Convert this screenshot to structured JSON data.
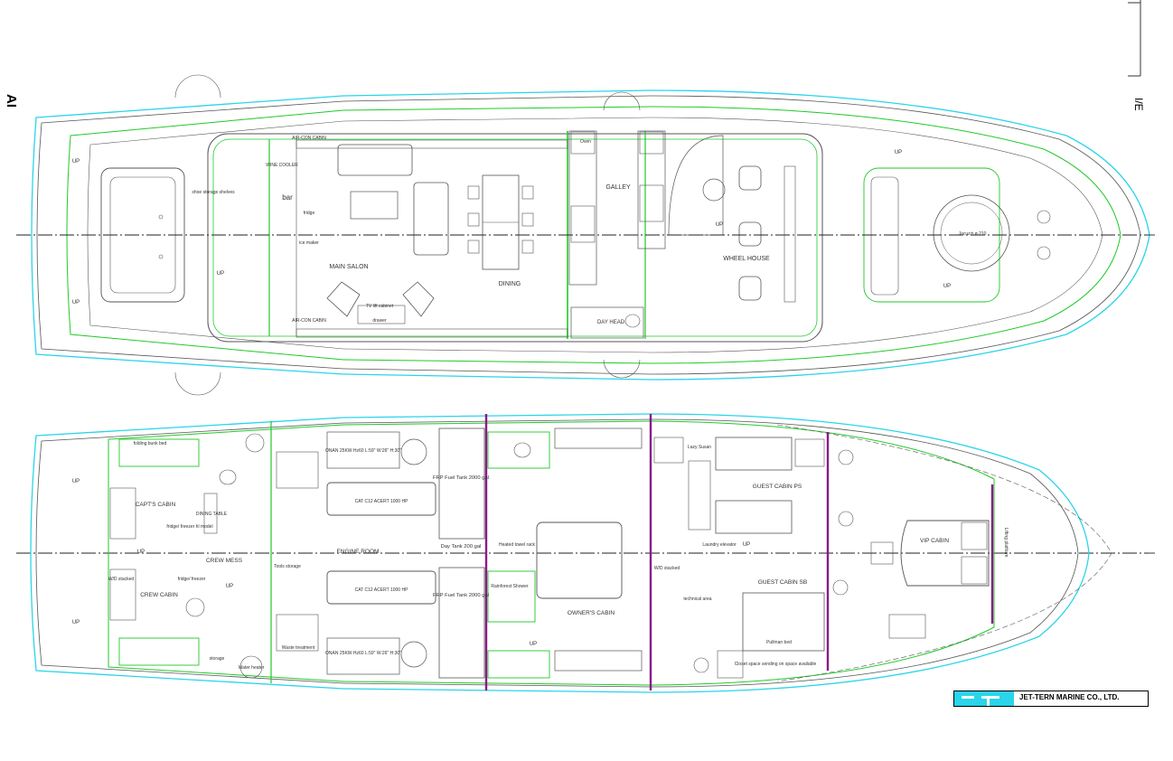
{
  "colors": {
    "hull": "#2ad4ea",
    "structure": "#22c92a",
    "line": "#555555",
    "bulkhead": "#8a1a8a",
    "centerline": "#222222"
  },
  "company": "JET-TERN MARINE CO., LTD.",
  "edge_marks": {
    "left": "AI",
    "right": "I/E"
  },
  "main_deck": {
    "rooms": {
      "main_salon": "MAIN SALON",
      "dining": "DINING",
      "galley": "GALLEY",
      "wheel_house": "WHEEL HOUSE",
      "day_head": "DAY HEAD",
      "bar": "bar"
    },
    "notes": {
      "shoe": "shoe storage shelves",
      "aircon1": "AIR-CON CABIN",
      "aircon2": "AIR-CON CABIN",
      "wine": "WINE COOLER",
      "fridge": "fridge",
      "icemaker": "ice maker",
      "jacuzzi": "Jacuzzi ø 210",
      "oven": "Oven",
      "tv": "TV lift cabinet",
      "drawer": "drawer"
    },
    "up": "UP"
  },
  "lower_deck": {
    "rooms": {
      "capts": "CAPT'S CABIN",
      "crew_cabin": "CREW CABIN",
      "crew_mess": "CREW MESS",
      "engine_room": "ENGINE ROOM",
      "owners": "OWNER'S CABIN",
      "guest_ps": "GUEST CABIN PS",
      "guest_sb": "GUEST CABIN SB",
      "vip": "VIP CABIN"
    },
    "notes": {
      "fuel_top": "FRP Fuel Tank 2000 gal",
      "fuel_bottom": "FRP Fuel Tank 2000 gal",
      "day_tank": "Day Tank 200 gal",
      "bunk": "folding bunk bed",
      "dining_table": "DINING TABLE",
      "fridge": "fridge/ freezer hl model",
      "fridge2": "fridge/ freezer",
      "wd1": "W/D stacked",
      "wd2": "W/D stacked",
      "tools": "Tools storage",
      "heated_rack": "Heated towel rack",
      "shower": "Rainforest Shower",
      "laundry": "Laundry elevator",
      "lazy": "Lazy Susan",
      "pullman": "Pullman bed",
      "closet": "Closet space sending on space available",
      "storage": "storage",
      "water_heater": "Water heater",
      "water_treatment": "Waste treatment",
      "engine1": "CAT C12 ACERT 1000 HP",
      "engine2": "CAT C12 ACERT 1000 HP",
      "gen1": "ONAN 25KW Hz60 L:59\" W:26\" H:30\"",
      "gen2": "ONAN 25KW Hz60 L:59\" W:26\" H:30\"",
      "tech": "technical area",
      "lift": "Lifting platform"
    },
    "up": "UP"
  }
}
